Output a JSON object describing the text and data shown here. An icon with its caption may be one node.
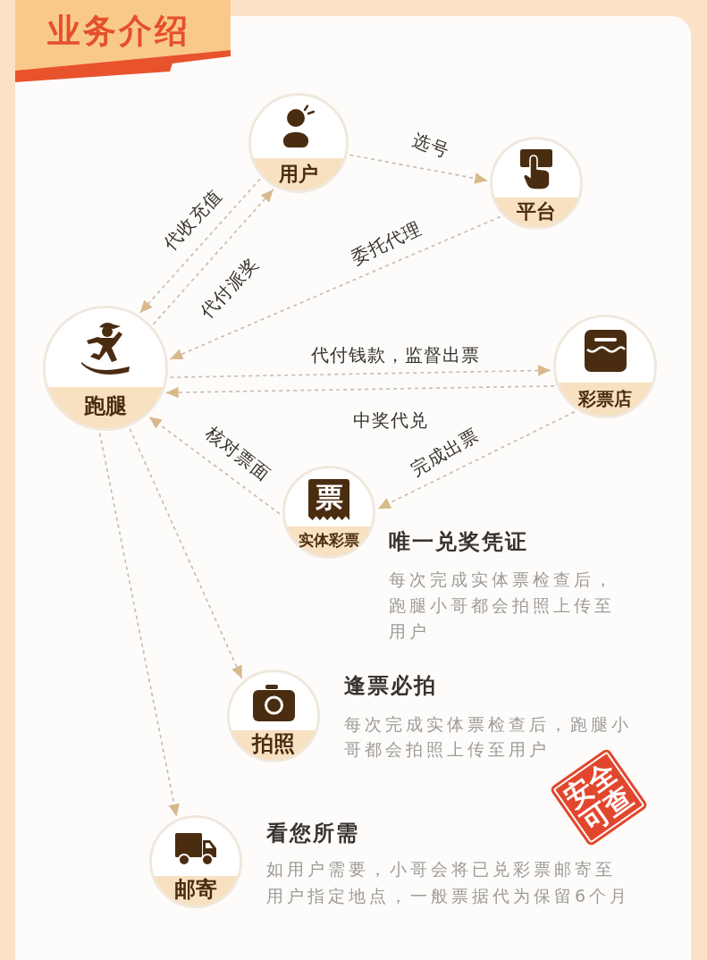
{
  "diagram": {
    "title": "业务介绍",
    "nodes": [
      {
        "text": [
          "用户"
        ]
      },
      {
        "text": [
          "平台"
        ]
      },
      {
        "text": [
          "跑腿"
        ]
      },
      {
        "text": [
          "彩票店"
        ]
      },
      {
        "text": [
          "票",
          "实体彩票"
        ],
        "beside": [
          "唯一兑奖凭证",
          "每次完成实体票检查后，跑腿小哥都会拍照上传至用户"
        ]
      },
      {
        "text": [
          "拍照"
        ],
        "beside": [
          "逢票必拍",
          "每次完成实体票检查后，跑腿小哥都会拍照上传至用户"
        ]
      },
      {
        "text": [
          "邮寄"
        ],
        "beside": [
          "看您所需",
          "如用户需要，小哥会将已兑彩票邮寄至用户指定地点，一般票据代为保留6个月"
        ]
      }
    ],
    "edges": [
      {
        "from": 0,
        "to": 1,
        "arrow": "to",
        "label": "选号"
      },
      {
        "from": 0,
        "to": 2,
        "arrow": "to",
        "label": "代收充值"
      },
      {
        "from": 2,
        "to": 0,
        "arrow": "to",
        "label": "代付派奖"
      },
      {
        "from": 1,
        "to": 2,
        "arrow": "to",
        "label": "委托代理"
      },
      {
        "from": 2,
        "to": 3,
        "arrow": "to",
        "label": "代付钱款，监督出票"
      },
      {
        "from": 3,
        "to": 2,
        "arrow": "to",
        "label": "中奖代兑"
      },
      {
        "from": 3,
        "to": 4,
        "arrow": "to",
        "label": "完成出票"
      },
      {
        "from": 4,
        "to": 2,
        "arrow": "to",
        "label": "核对票面"
      },
      {
        "from": 2,
        "to": 5,
        "arrow": "to"
      },
      {
        "from": 2,
        "to": 6,
        "arrow": "to"
      }
    ],
    "labels": [
      "安全可查"
    ]
  }
}
